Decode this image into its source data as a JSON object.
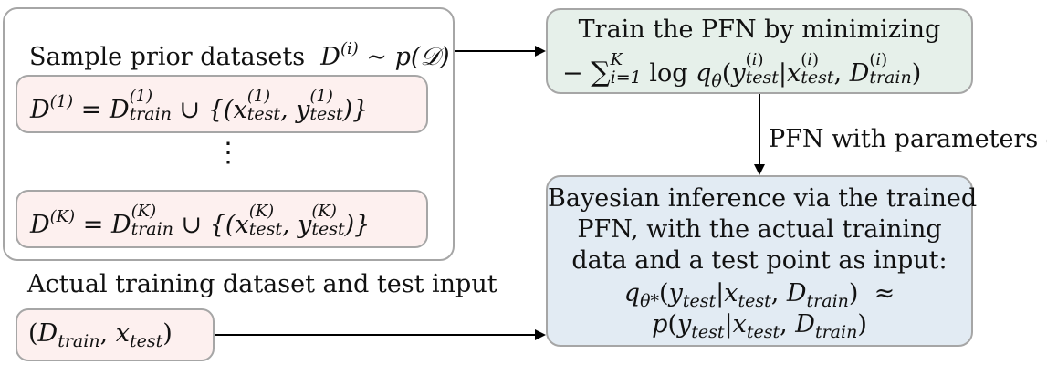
{
  "prior_box": {
    "heading": "Sample prior datasets",
    "heading_math": "D^(i) ∼ p(𝒟)",
    "dataset_first": "D^(1) = D_train^(1) ∪ {(x_test^(1), y_test^(1))}",
    "ellipsis": "⋮",
    "dataset_last": "D^(K) = D_train^(K) ∪ {(x_test^(K), y_test^(K))}"
  },
  "train_box": {
    "line1": "Train the PFN by minimizing",
    "line2": "− ∑_{i=1}^K log q_θ(y_test^(i) | x_test^(i), D_train^(i))"
  },
  "edge_label": "PFN with parameters θ*",
  "actual_label": "Actual training dataset and test input",
  "actual_input": "(D_train, x_test)",
  "inference_box": {
    "lines": [
      "Bayesian inference via the trained",
      "PFN, with the actual training",
      "data and a test point as input:"
    ],
    "formula_line1": "q_θ*(y_test | x_test, D_train) ≈",
    "formula_line2": "p(y_test | x_test, D_train)"
  },
  "colors": {
    "border": "#a6a6a6",
    "pink_fill": "#fdf0ef",
    "green_fill": "#e6f0ea",
    "blue_fill": "#e2ebf3"
  }
}
